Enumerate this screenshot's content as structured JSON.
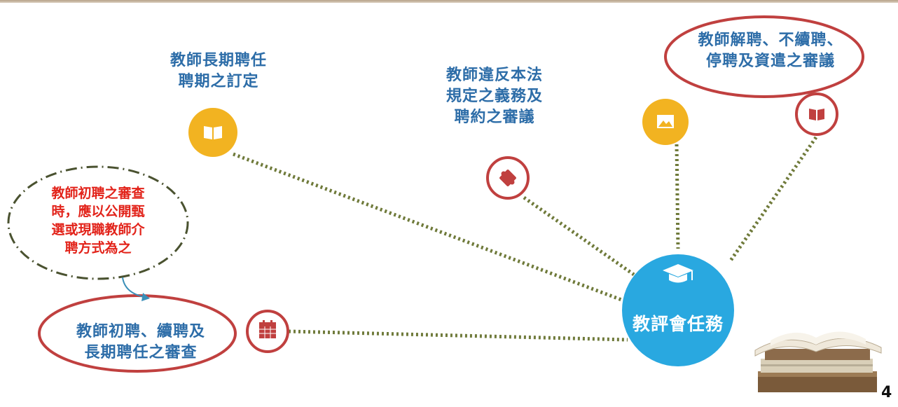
{
  "center": {
    "title": "教評會任務"
  },
  "tasks": [
    {
      "lines": [
        "教師長期聘任",
        "聘期之訂定"
      ]
    },
    {
      "lines": [
        "教師違反本法",
        "規定之義務及",
        "聘約之審議"
      ]
    },
    {
      "lines": [
        "教師解聘、不續聘、",
        "停聘及資遣之審議"
      ]
    },
    {
      "lines": [
        "教師初聘、續聘及",
        "長期聘任之審查"
      ]
    }
  ],
  "note": {
    "lines": [
      "教師初聘之審查",
      "時，應以公開甄",
      "選或現職教師介",
      "聘方式為之"
    ]
  },
  "page_number": "4",
  "colors": {
    "blue_label": "#2d6da8",
    "center_circle": "#29a8e0",
    "yellow_node": "#f2b321",
    "red_ring": "#c0403f",
    "dotted_line": "#6f7a3a",
    "note_text": "#e2231a"
  },
  "icons": [
    "book-icon",
    "puzzle-icon",
    "image-icon",
    "book-icon",
    "calendar-icon",
    "graduation-cap-icon"
  ]
}
